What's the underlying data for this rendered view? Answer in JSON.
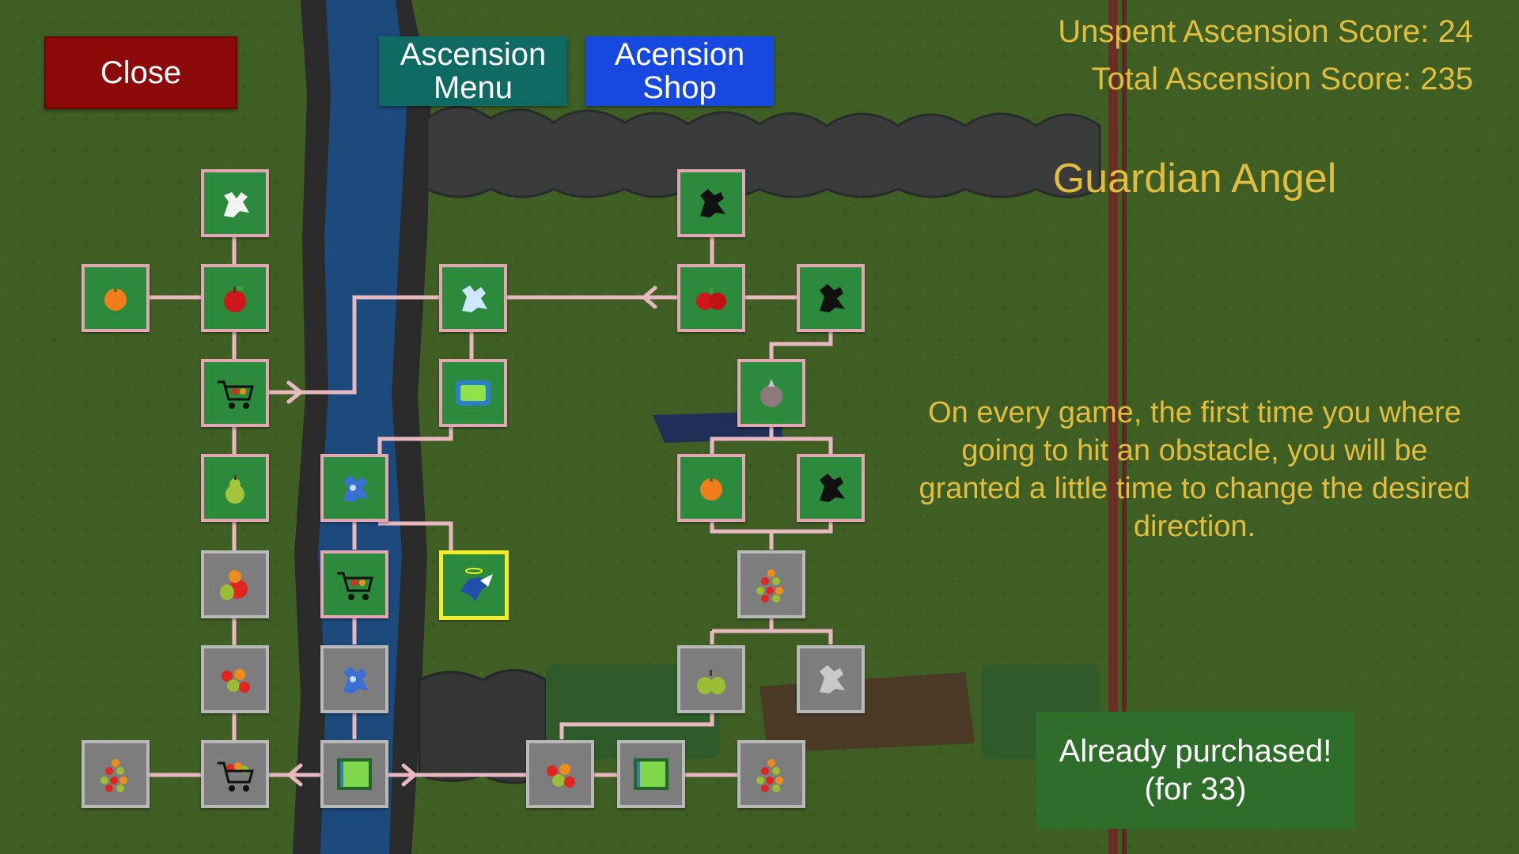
{
  "header": {
    "close_label": "Close",
    "menu_label_line1": "Ascension",
    "menu_label_line2": "Menu",
    "shop_label_line1": "Acension",
    "shop_label_line2": "Shop",
    "unspent_label": "Unspent Ascension Score: 24",
    "total_label": "Total Ascension Score: 235"
  },
  "detail": {
    "title": "Guardian Angel",
    "description": "On every game, the first time you where going to hit an obstacle, you will be granted a little time to change the desired direction.",
    "status_line1": "Already purchased!",
    "status_line2": "(for 33)"
  },
  "colors": {
    "text_gold": "#e0bd3c",
    "close_red": "#8c0a0a",
    "menu_teal": "#0f6a64",
    "shop_blue": "#1748e0",
    "node_green": "#2c8a3c",
    "node_border": "#e3a6b3",
    "node_locked": "#7d7d7d",
    "selected_border": "#f2ec25"
  },
  "nodes": [
    {
      "id": "n1",
      "icon": "white-dragon-icon",
      "state": "owned"
    },
    {
      "id": "n2",
      "icon": "orange-icon",
      "state": "owned"
    },
    {
      "id": "n3",
      "icon": "apple-icon",
      "state": "owned"
    },
    {
      "id": "n4",
      "icon": "fruit-cart-icon",
      "state": "owned"
    },
    {
      "id": "n5",
      "icon": "pear-icon",
      "state": "owned"
    },
    {
      "id": "n6",
      "icon": "mixed-fruit-icon",
      "state": "locked"
    },
    {
      "id": "n7",
      "icon": "fruit-pile-icon",
      "state": "locked"
    },
    {
      "id": "n8",
      "icon": "fruit-heap-icon",
      "state": "locked"
    },
    {
      "id": "n9",
      "icon": "fruit-cart-full-icon",
      "state": "locked"
    },
    {
      "id": "n10",
      "icon": "angel-dragon-icon",
      "state": "owned"
    },
    {
      "id": "n11",
      "icon": "screen-frame-icon",
      "state": "owned"
    },
    {
      "id": "n12",
      "icon": "blue-dragon-icon",
      "state": "owned"
    },
    {
      "id": "n13",
      "icon": "fruit-cart-icon",
      "state": "owned"
    },
    {
      "id": "n14",
      "icon": "blue-dragon-icon",
      "state": "locked"
    },
    {
      "id": "n15",
      "icon": "map-frame-icon",
      "state": "locked"
    },
    {
      "id": "n16",
      "icon": "guardian-angel-icon",
      "state": "selected"
    },
    {
      "id": "n17",
      "icon": "black-dragon-icon",
      "state": "owned"
    },
    {
      "id": "n18",
      "icon": "apples-icon",
      "state": "owned"
    },
    {
      "id": "n19",
      "icon": "black-dragon-icon",
      "state": "owned"
    },
    {
      "id": "n20",
      "icon": "coconut-icon",
      "state": "owned"
    },
    {
      "id": "n21",
      "icon": "orange-icon",
      "state": "owned"
    },
    {
      "id": "n22",
      "icon": "black-dragon-icon",
      "state": "owned"
    },
    {
      "id": "n23",
      "icon": "fruit-heap-icon",
      "state": "locked"
    },
    {
      "id": "n24",
      "icon": "pears-icon",
      "state": "locked"
    },
    {
      "id": "n25",
      "icon": "grey-dragon-icon",
      "state": "locked"
    },
    {
      "id": "n26",
      "icon": "fruit-pile-icon",
      "state": "locked"
    },
    {
      "id": "n27",
      "icon": "map-frame-icon",
      "state": "locked"
    },
    {
      "id": "n28",
      "icon": "fruit-heap-icon",
      "state": "locked"
    }
  ]
}
